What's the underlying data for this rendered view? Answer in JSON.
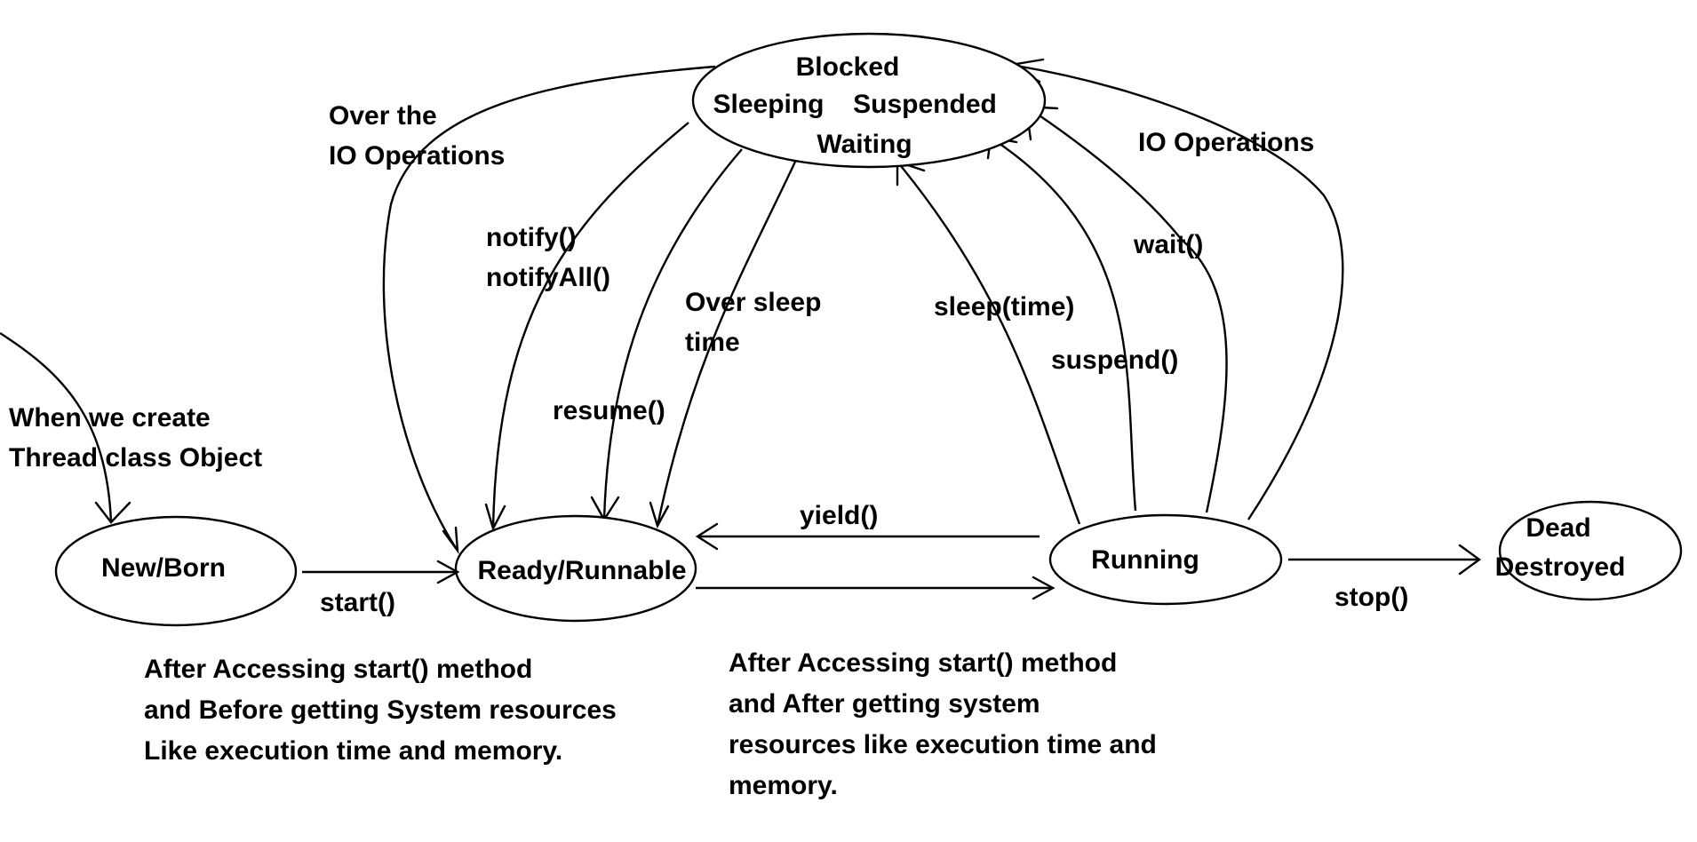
{
  "states": {
    "blocked": {
      "line1": "Blocked",
      "line2a": "Sleeping",
      "line2b": "Suspended",
      "line3": "Waiting"
    },
    "new": {
      "label": "New/Born"
    },
    "ready": {
      "label": "Ready/Runnable"
    },
    "running": {
      "label": "Running"
    },
    "dead": {
      "line1": "Dead",
      "line2": "Destroyed"
    }
  },
  "transitions": {
    "io_done": {
      "line1": "Over the",
      "line2": "IO Operations"
    },
    "notify": {
      "line1": "notify()",
      "line2": "notifyAll()"
    },
    "resume": "resume()",
    "sleep_over": {
      "line1": "Over sleep",
      "line2": "time"
    },
    "sleep": "sleep(time)",
    "suspend": "suspend()",
    "wait": "wait()",
    "io_ops": "IO Operations",
    "yield": "yield()",
    "start": "start()",
    "stop": "stop()"
  },
  "notes": {
    "create": {
      "line1": "When we create",
      "line2": "Thread class Object"
    },
    "ready_desc": {
      "line1": "After Accessing start() method",
      "line2": "and Before getting System resources",
      "line3": "Like execution time and memory."
    },
    "running_desc": {
      "line1": "After Accessing start() method",
      "line2": "and After getting system",
      "line3": "resources like execution time and",
      "line4": "memory."
    }
  }
}
